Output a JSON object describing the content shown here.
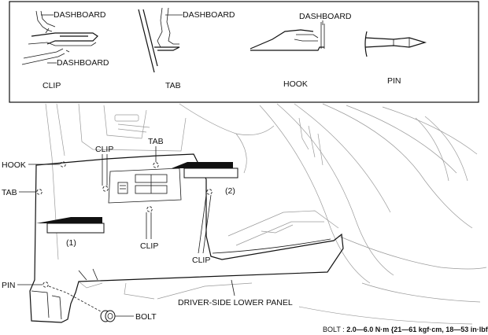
{
  "legend": {
    "clip": {
      "caption": "CLIP",
      "upper": "DASHBOARD",
      "lower": "DASHBOARD"
    },
    "tab": {
      "caption": "TAB",
      "upper": "DASHBOARD"
    },
    "hook": {
      "caption": "HOOK",
      "upper": "DASHBOARD"
    },
    "pin": {
      "caption": "PIN"
    }
  },
  "callouts": {
    "hook": "HOOK",
    "tab_left": "TAB",
    "clip_top": "CLIP",
    "tab_top": "TAB",
    "clip_mid": "CLIP",
    "clip_right": "CLIP",
    "pin": "PIN",
    "bolt": "BOLT",
    "step_1": "(1)",
    "step_2": "(2)",
    "panel": "DRIVER-SIDE LOWER PANEL"
  },
  "spec": {
    "label": "BOLT : ",
    "value": "2.0—6.0 N·m {21—61 kgf·cm, 18—53 in·lbf}"
  }
}
